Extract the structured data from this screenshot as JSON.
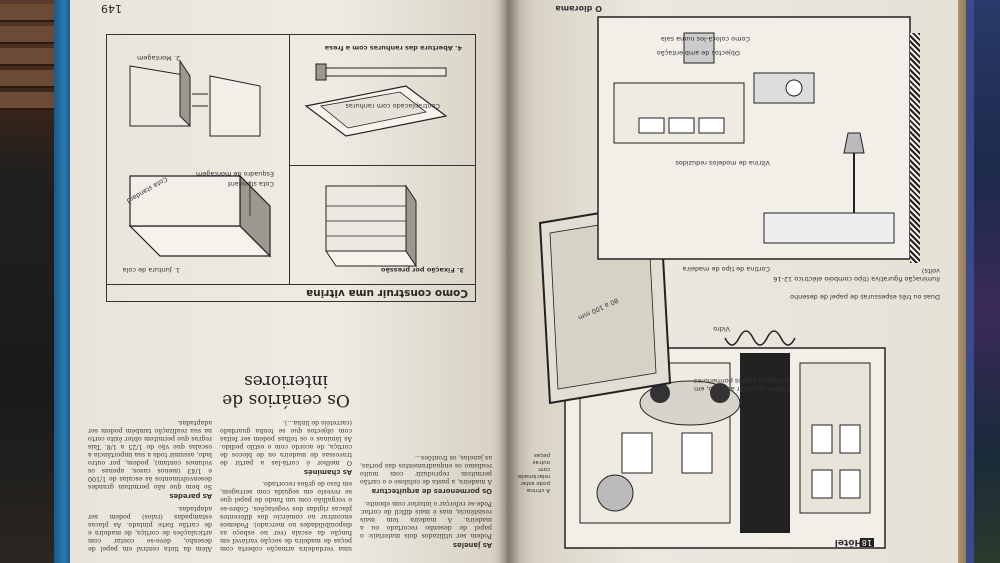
{
  "page_number": "149",
  "diagram": {
    "title": "Como construir uma vitrina",
    "labels": {
      "fig1": "1. Juntura de cola",
      "fig2": "2. Montagem",
      "fig3": "3. Fixação por pressão",
      "fig4": "4. Abertura das ranhuras com a fresa",
      "cota_standard_a": "Cota standard",
      "esquadro": "Esquadro de montagem",
      "cota_standard_b": "Cota standard",
      "contraplacado": "Contraplacado com ranhuras"
    }
  },
  "left_text": {
    "col_a": {
      "heading_janelas": "As janelas",
      "p1": "Podem ser utilizados dois materiais: o papel de desenho recortado ou a madeira. A madeira tem mais resistência, mas é mais difícil de cortar. Pode-se reforçar o interior com ebonite.",
      "heading_pormenores": "Os pormenores de arquitectura",
      "p2": "A madeira, a pasta de celulose e o cartão permitem reproduzir com muito realismo os enquadramentos das portas, as janelas, os frontões..."
    },
    "col_b": {
      "p0": "uma verdadeira armação coberta com peças de madeira de secção variável em função da escala (ver no esboço as disponibilidades no mercado). Podemos encontrar no comércio dos diferentes placas rígidas dos vegetações. Cobre-se o vergalhão com um fundo de papel que se reveste em seguida com serragem, em fuso de grãos recortado.",
      "heading_chamines": "As chaminés",
      "p3": "O melhor é cortá-las a partir de travessas de madeira ou de blocos de cortiça, de acordo com o estilo pedido. As lâminas e os telhas podem ser feitas com objectos que se tenha guardado (carretéis de linha...)."
    },
    "title_cenarios": "Os cenários de interiores",
    "col_c": {
      "heading_paredes": "As paredes",
      "p4": "Se bem que não permitam grandes desenvolvimentos às escalas de 1/100 e 1/43 (menos casos, apenas os volumes contam), podem, por outro lado, assumir toda a sua importância a escalas que vão de 1/25 a 1/8. Tais regras que permitem obter êxito certo na sua realização também podem ser adaptadas.",
      "p5": "Além da tinta central em papel de desenho, deve-se contar com articulações de cortiça, de madeira e de cartão forte pintado. As placas estampadas (raios) podem ser adaptadas."
    }
  },
  "right_page": {
    "labels": {
      "objects": "Objectos de ambientação",
      "como_colocar": "Como colocá-los numa sala",
      "vitrine_modelos": "Vitrina de modelos reduzidos",
      "podem_ser": "Podem-se juntar ao vidro, em antepara, alguns pormenores",
      "vidro": "Vidro",
      "cortina": "Cortina de tipo de madeira",
      "duas_folhas": "Duas ou três espessuras de papel de desenho",
      "iluminacao": "Iluminação figurativa (tipo comboio eléctrico 12-16 volts)",
      "dimensao": "80 a 100 mm",
      "diorama": "O diorama",
      "hotel": "Hôtel",
      "sign_number": "18",
      "side_note": "A vitrina pode estar relacionada com outras peças"
    }
  },
  "colors": {
    "ink": "#2a2824",
    "paper": "#ece8df",
    "cover_blue": "#2a7ab0"
  }
}
